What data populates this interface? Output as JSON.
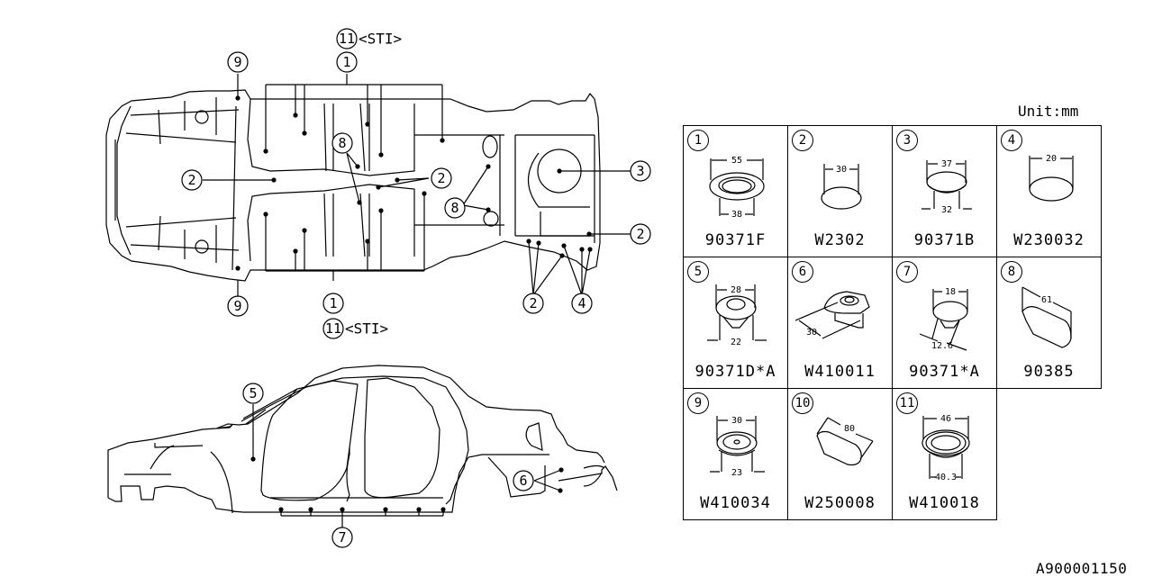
{
  "unit_label": "Unit:mm",
  "figure_id": "A900001150",
  "sti_label": "<STI>",
  "top_view": {
    "callouts": [
      {
        "num": "11",
        "suffix": "<STI>"
      },
      {
        "num": "1"
      },
      {
        "num": "9"
      },
      {
        "num": "2"
      },
      {
        "num": "8"
      },
      {
        "num": "2"
      },
      {
        "num": "8"
      },
      {
        "num": "3"
      },
      {
        "num": "2"
      },
      {
        "num": "2"
      },
      {
        "num": "4"
      },
      {
        "num": "9"
      },
      {
        "num": "1"
      },
      {
        "num": "11",
        "suffix": "<STI>"
      }
    ]
  },
  "side_view": {
    "callouts": [
      {
        "num": "5"
      },
      {
        "num": "6"
      },
      {
        "num": "7"
      }
    ]
  },
  "parts": [
    {
      "num": "1",
      "part_no": "90371F",
      "dims": [
        "55",
        "38"
      ]
    },
    {
      "num": "2",
      "part_no": "W2302",
      "dims": [
        "30"
      ]
    },
    {
      "num": "3",
      "part_no": "90371B",
      "dims": [
        "37",
        "32"
      ]
    },
    {
      "num": "4",
      "part_no": "W230032",
      "dims": [
        "20"
      ]
    },
    {
      "num": "5",
      "part_no": "90371D*A",
      "dims": [
        "28",
        "22"
      ]
    },
    {
      "num": "6",
      "part_no": "W410011",
      "dims": [
        "30"
      ]
    },
    {
      "num": "7",
      "part_no": "90371*A",
      "dims": [
        "18",
        "12.6"
      ]
    },
    {
      "num": "8",
      "part_no": "90385",
      "dims": [
        "61"
      ]
    },
    {
      "num": "9",
      "part_no": "W410034",
      "dims": [
        "30",
        "23"
      ]
    },
    {
      "num": "10",
      "part_no": "W250008",
      "dims": [
        "80"
      ]
    },
    {
      "num": "11",
      "part_no": "W410018",
      "dims": [
        "46",
        "40.3"
      ]
    }
  ]
}
